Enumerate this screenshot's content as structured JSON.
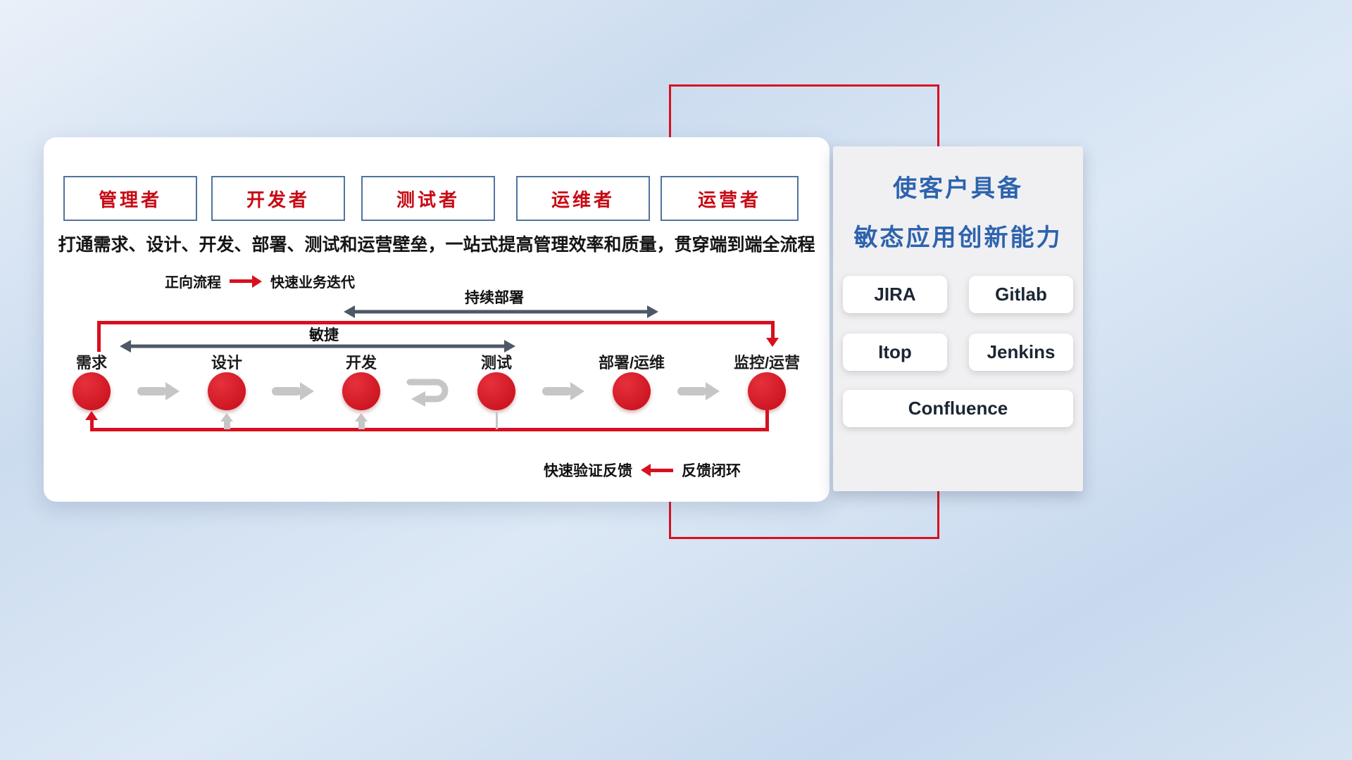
{
  "colors": {
    "accent_red": "#d8101e",
    "title_blue": "#2e63ad",
    "dark_arrow": "#4d5966",
    "light_arrow": "#c6c6c6",
    "role_border_blue": "#51739e",
    "role_text_red": "#c80a14"
  },
  "main_panel": {
    "roles": [
      {
        "label": "管理者"
      },
      {
        "label": "开发者"
      },
      {
        "label": "测试者"
      },
      {
        "label": "运维者"
      },
      {
        "label": "运营者"
      }
    ],
    "description": "打通需求、设计、开发、部署、测试和运营壁垒，一站式提高管理效率和质量，贯穿端到端全流程",
    "forward_legend": {
      "label": "正向流程",
      "value": "快速业务迭代"
    },
    "continuous_deploy_label": "持续部署",
    "agile_label": "敏捷",
    "stages": [
      {
        "label": "需求"
      },
      {
        "label": "设计"
      },
      {
        "label": "开发"
      },
      {
        "label": "测试"
      },
      {
        "label": "部署/运维"
      },
      {
        "label": "监控/运营"
      }
    ],
    "feedback_legend": {
      "value": "快速验证反馈",
      "label": "反馈闭环"
    }
  },
  "right_panel": {
    "title_line1": "使客户具备",
    "title_line2": "敏态应用创新能力",
    "tools": [
      {
        "name": "JIRA"
      },
      {
        "name": "Gitlab"
      },
      {
        "name": "Itop"
      },
      {
        "name": "Jenkins"
      },
      {
        "name": "Confluence"
      }
    ]
  }
}
